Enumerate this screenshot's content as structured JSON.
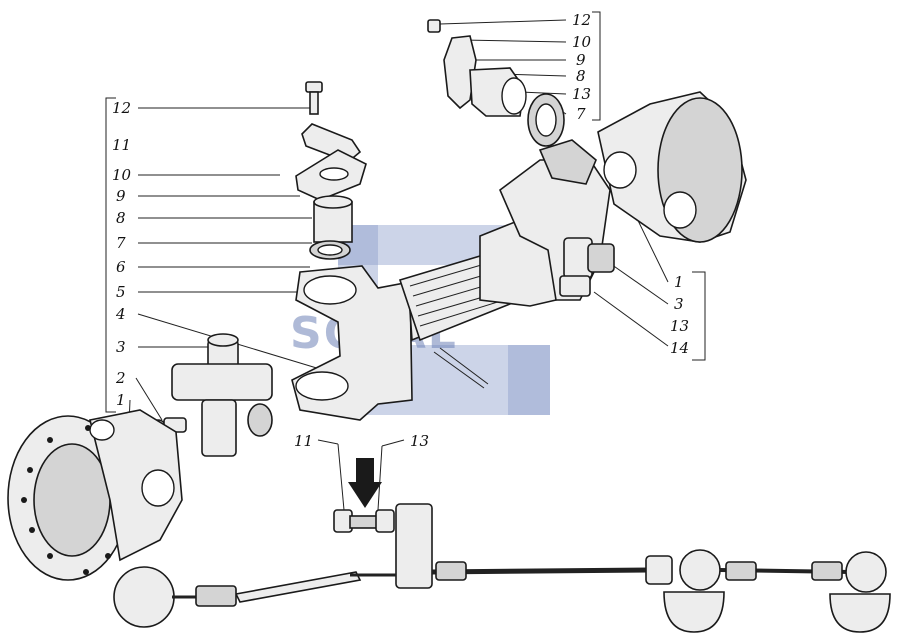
{
  "watermark": {
    "text": "SOTAL"
  },
  "callouts": {
    "left": [
      "12",
      "11",
      "10",
      "9",
      "8",
      "7",
      "6",
      "5",
      "4",
      "3",
      "2",
      "1"
    ],
    "top_right": [
      "12",
      "10",
      "9",
      "8",
      "13",
      "7"
    ],
    "right": [
      "1",
      "3",
      "13",
      "14"
    ],
    "bottom": [
      "11",
      "13"
    ]
  },
  "colors": {
    "line": "#1a1a1a",
    "fill": "#ededed",
    "watermark": "#6f83b8"
  }
}
